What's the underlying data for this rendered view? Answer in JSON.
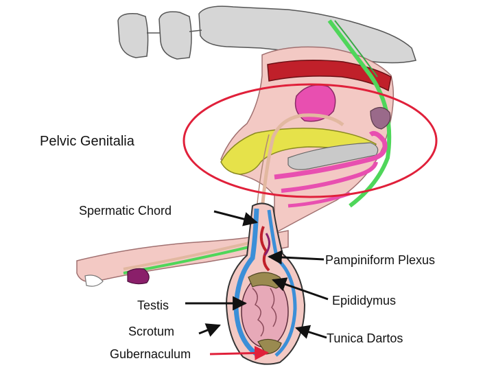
{
  "diagram": {
    "labels": {
      "pelvic_genitalia": "Pelvic Genitalia",
      "spermatic_chord": "Spermatic Chord",
      "pampiniform_plexus": "Pampiniform Plexus",
      "testis": "Testis",
      "epididymus": "Epididymus",
      "scrotum": "Scrotum",
      "tunica_dartos": "Tunica Dartos",
      "gubernaculum": "Gubernaculum"
    },
    "colors": {
      "vertebrae": "#d6d6d6",
      "tissue": "#f3c9c4",
      "artery": "#c0202a",
      "nerve_green": "#4fd65a",
      "gland_yellow": "#e6e24a",
      "urethra_pink": "#e84fb0",
      "vas_deferens": "#e2b8a0",
      "spermatic_blue": "#3b8fd8",
      "testis": "#e7a9b8",
      "epididymus": "#9a8a50",
      "highlight_ellipse": "#e0203a",
      "arrow": "#111111",
      "gubernaculum_arrow": "#e0203a"
    }
  }
}
